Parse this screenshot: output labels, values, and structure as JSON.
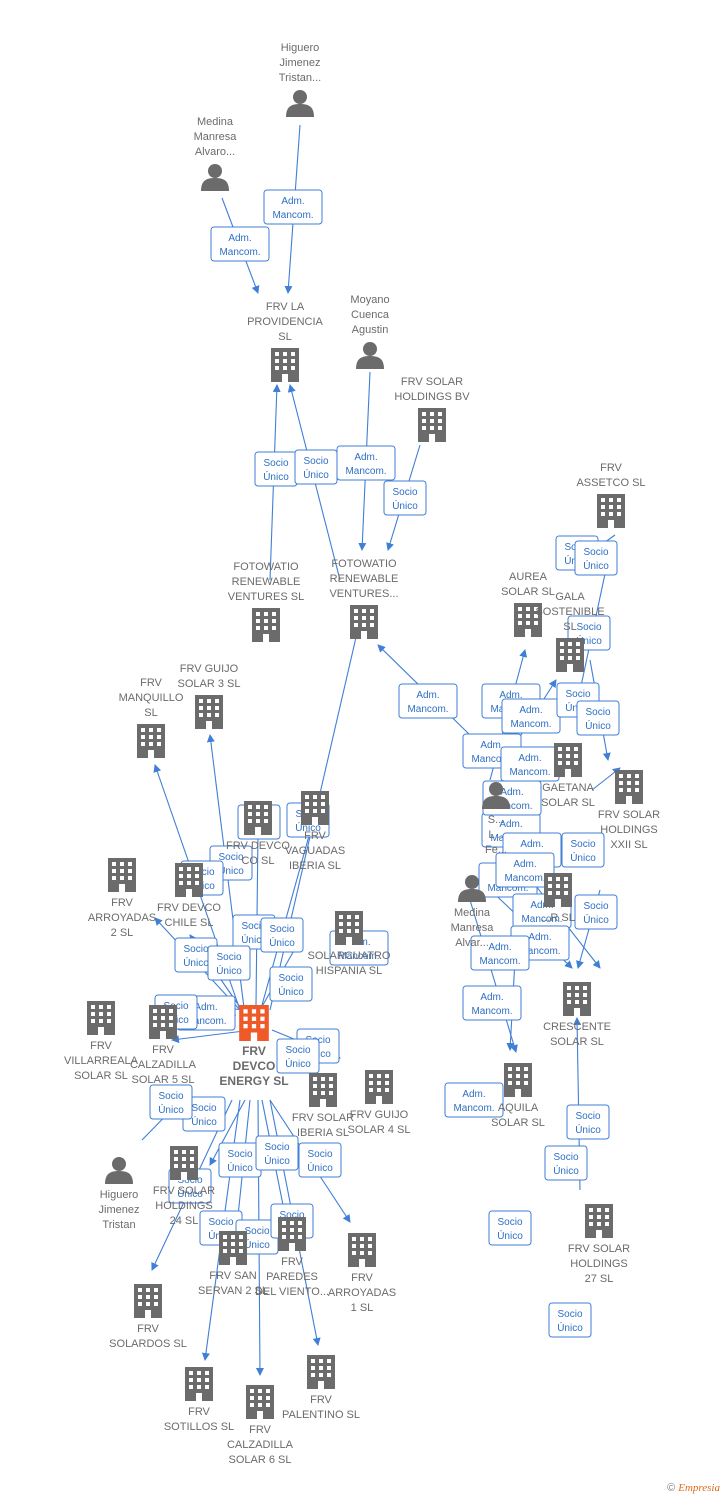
{
  "colors": {
    "edge": "#3f7fd6",
    "node": "#6b6b6b",
    "focus": "#f05a28"
  },
  "nodes": [
    {
      "id": "hig1",
      "type": "person",
      "label": [
        "Higuero",
        "Jimenez",
        "Tristan..."
      ]
    },
    {
      "id": "med1",
      "type": "person",
      "label": [
        "Medina",
        "Manresa",
        "Alvaro..."
      ]
    },
    {
      "id": "moy",
      "type": "person",
      "label": [
        "Moyano",
        "Cuenca",
        "Agustin"
      ]
    },
    {
      "id": "prov",
      "type": "company",
      "label": [
        "FRV LA",
        "PROVIDENCIA",
        "SL"
      ]
    },
    {
      "id": "hold",
      "type": "company",
      "label": [
        "FRV SOLAR",
        "HOLDINGS BV"
      ]
    },
    {
      "id": "foto1",
      "type": "company",
      "label": [
        "FOTOWATIO",
        "RENEWABLE",
        "VENTURES  SL"
      ]
    },
    {
      "id": "foto2",
      "type": "company",
      "label": [
        "FOTOWATIO",
        "RENEWABLE",
        "VENTURES..."
      ]
    },
    {
      "id": "asset",
      "type": "company",
      "label": [
        "FRV",
        "ASSETCO  SL"
      ]
    },
    {
      "id": "aurea",
      "type": "company",
      "label": [
        "AUREA",
        "SOLAR  SL"
      ]
    },
    {
      "id": "gala",
      "type": "company",
      "label": [
        "GALA",
        "SOSTENIBLE",
        "SL"
      ]
    },
    {
      "id": "guijo3",
      "type": "company",
      "label": [
        "FRV GUIJO",
        "SOLAR 3  SL"
      ]
    },
    {
      "id": "manq",
      "type": "company",
      "label": [
        "FRV",
        "MANQUILLO",
        "SL"
      ]
    },
    {
      "id": "gaet",
      "type": "company",
      "label": [
        "GAETANA",
        "SOLAR  SL"
      ]
    },
    {
      "id": "hold22",
      "type": "company",
      "label": [
        "FRV SOLAR",
        "HOLDINGS",
        "XXII  SL"
      ]
    },
    {
      "id": "fe",
      "type": "person",
      "label": [
        "S...",
        "L...",
        "Fe..."
      ]
    },
    {
      "id": "devcoco",
      "type": "company",
      "label": [
        "FRV DEVCO",
        "CO  SL"
      ]
    },
    {
      "id": "vag",
      "type": "company",
      "label": [
        "FRV",
        "VAGUADAS",
        "IBERIA  SL"
      ]
    },
    {
      "id": "arr2",
      "type": "company",
      "label": [
        "FRV",
        "ARROYADAS",
        "2  SL"
      ]
    },
    {
      "id": "chile",
      "type": "company",
      "label": [
        "FRV DEVCO",
        "CHILE  SL"
      ]
    },
    {
      "id": "med2",
      "type": "person",
      "label": [
        "Medina",
        "Manresa",
        "Alvar..."
      ]
    },
    {
      "id": "xsr",
      "type": "company",
      "label": [
        "...R  SL"
      ]
    },
    {
      "id": "solar4",
      "type": "company",
      "label": [
        "SOLARCUATRO",
        "HISPANIA  SL"
      ]
    },
    {
      "id": "cresc",
      "type": "company",
      "label": [
        "CRESCENTE",
        "SOLAR  SL"
      ]
    },
    {
      "id": "villa",
      "type": "company",
      "label": [
        "FRV",
        "VILLARREALA",
        "SOLAR  SL"
      ]
    },
    {
      "id": "calz5",
      "type": "company",
      "label": [
        "FRV",
        "CALZADILLA",
        "SOLAR 5  SL"
      ]
    },
    {
      "id": "devco",
      "type": "focus",
      "label": [
        "FRV",
        "DEVCO",
        "ENERGY  SL"
      ]
    },
    {
      "id": "vagib",
      "type": "company",
      "label": [
        "FRV SOLAR",
        "IBERIA  SL"
      ]
    },
    {
      "id": "guijo4",
      "type": "company",
      "label": [
        "FRV GUIJO",
        "SOLAR 4  SL"
      ]
    },
    {
      "id": "aquila",
      "type": "company",
      "label": [
        "AQUILA",
        "SOLAR  SL"
      ]
    },
    {
      "id": "hig2",
      "type": "person",
      "label": [
        "Higuero",
        "Jimenez",
        "Tristan"
      ]
    },
    {
      "id": "hold24",
      "type": "company",
      "label": [
        "FRV SOLAR",
        "HOLDINGS",
        "24  SL"
      ]
    },
    {
      "id": "hold27",
      "type": "company",
      "label": [
        "FRV SOLAR",
        "HOLDINGS",
        "27  SL"
      ]
    },
    {
      "id": "servan",
      "type": "company",
      "label": [
        "FRV SAN",
        "SERVAN 2  SL"
      ]
    },
    {
      "id": "paredes",
      "type": "company",
      "label": [
        "FRV",
        "PAREDES",
        "DEL VIENTO..."
      ]
    },
    {
      "id": "arr1",
      "type": "company",
      "label": [
        "FRV",
        "ARROYADAS",
        "1  SL"
      ]
    },
    {
      "id": "solardos",
      "type": "company",
      "label": [
        "FRV",
        "SOLARDOS  SL"
      ]
    },
    {
      "id": "sotillos",
      "type": "company",
      "label": [
        "FRV",
        "SOTILLOS  SL"
      ]
    },
    {
      "id": "palent",
      "type": "company",
      "label": [
        "FRV",
        "PALENTINO  SL"
      ]
    },
    {
      "id": "calz6",
      "type": "company",
      "label": [
        "FRV",
        "CALZADILLA",
        "SOLAR 6  SL"
      ]
    }
  ],
  "edge_labels": [
    [
      "Adm.",
      "Mancom."
    ],
    [
      "Adm.",
      "Mancom."
    ],
    [
      "Socio",
      "Único"
    ],
    [
      "Socio",
      "Único"
    ],
    [
      "Adm.",
      "Mancom."
    ],
    [
      "Socio",
      "Único"
    ],
    [
      "Socio",
      "Único"
    ],
    [
      "Socio",
      "Único"
    ],
    [
      "Adm.",
      "Mancom."
    ],
    [
      "Adm.",
      "Mancom."
    ],
    [
      "Adm.",
      "Mancom."
    ],
    [
      "Adm.",
      "Mancom."
    ],
    [
      "Socio",
      "Único"
    ],
    [
      "Adm.",
      "Mancom."
    ],
    [
      "Socio",
      "Único"
    ],
    [
      "Socio",
      "Único"
    ],
    [
      "Adm.",
      "Mancom."
    ],
    [
      "Adm.",
      "Mancom."
    ],
    [
      "Adm.",
      "Mancom."
    ],
    [
      "Socio",
      "Único"
    ],
    [
      "Adm.",
      "Mancom."
    ],
    [
      "Adm.",
      "Mancom."
    ],
    [
      "Adm.",
      "Mancom."
    ],
    [
      "Adm.",
      "Mancom."
    ],
    [
      "Socio",
      "Único"
    ],
    [
      "Adm.",
      "Mancom."
    ],
    [
      "Adm.",
      "Mancom."
    ],
    [
      "Socio",
      "Único"
    ],
    [
      "Socio",
      "Único"
    ],
    [
      "Socio",
      "Único"
    ],
    [
      "Socio",
      "Único"
    ],
    [
      "Socio",
      "Único"
    ],
    [
      "Socio",
      "Único"
    ],
    [
      "Socio",
      "Único"
    ],
    [
      "Socio",
      "Único"
    ],
    [
      "Socio",
      "Único"
    ],
    [
      "Adm.",
      "Mancom."
    ],
    [
      "Socio",
      "Único"
    ],
    [
      "Socio",
      "Único"
    ],
    [
      "Socio",
      "Único"
    ],
    [
      "Socio",
      "Único"
    ],
    [
      "Socio",
      "Único"
    ],
    [
      "Socio",
      "Único"
    ],
    [
      "Socio",
      "Único"
    ],
    [
      "Socio",
      "Único"
    ],
    [
      "Socio",
      "Único"
    ],
    [
      "Socio",
      "Único"
    ],
    [
      "Socio",
      "Único"
    ],
    [
      "Socio",
      "Único"
    ],
    [
      "Socio",
      "Único"
    ],
    [
      "Socio",
      "Único"
    ],
    [
      "Socio",
      "Único"
    ],
    [
      "Adm.",
      "Mancom."
    ],
    [
      "Adm.",
      "Mancom."
    ],
    [
      "Socio",
      "Único"
    ]
  ],
  "footer": {
    "copyright": "©",
    "brand": "Empresia"
  }
}
